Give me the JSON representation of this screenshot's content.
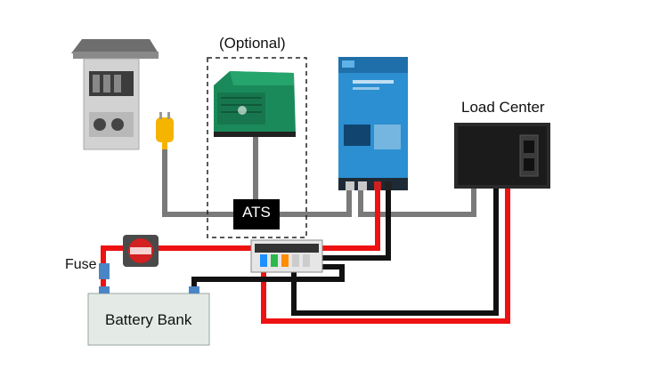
{
  "labels": {
    "optional": "(Optional)",
    "load_center": "Load Center",
    "fuse": "Fuse",
    "battery_bank": "Battery Bank",
    "ats": "ATS"
  },
  "colors": {
    "ac_wire": "#7a7a7a",
    "dc_positive": "#ee1111",
    "dc_negative": "#111111",
    "inverter_body": "#2b8fd2",
    "generator_body": "#1a8a5a",
    "battery_fill": "#e4ebe6",
    "ats_fill": "#000000"
  },
  "icons": {
    "shore_power": "power-pedestal-icon",
    "plug": "yellow-plug-icon",
    "generator": "generator-icon",
    "inverter": "inverter-charger-icon",
    "load_center": "load-center-panel-icon",
    "battery_switch": "battery-disconnect-switch-icon",
    "bus_bar": "dc-distribution-bus-icon"
  }
}
